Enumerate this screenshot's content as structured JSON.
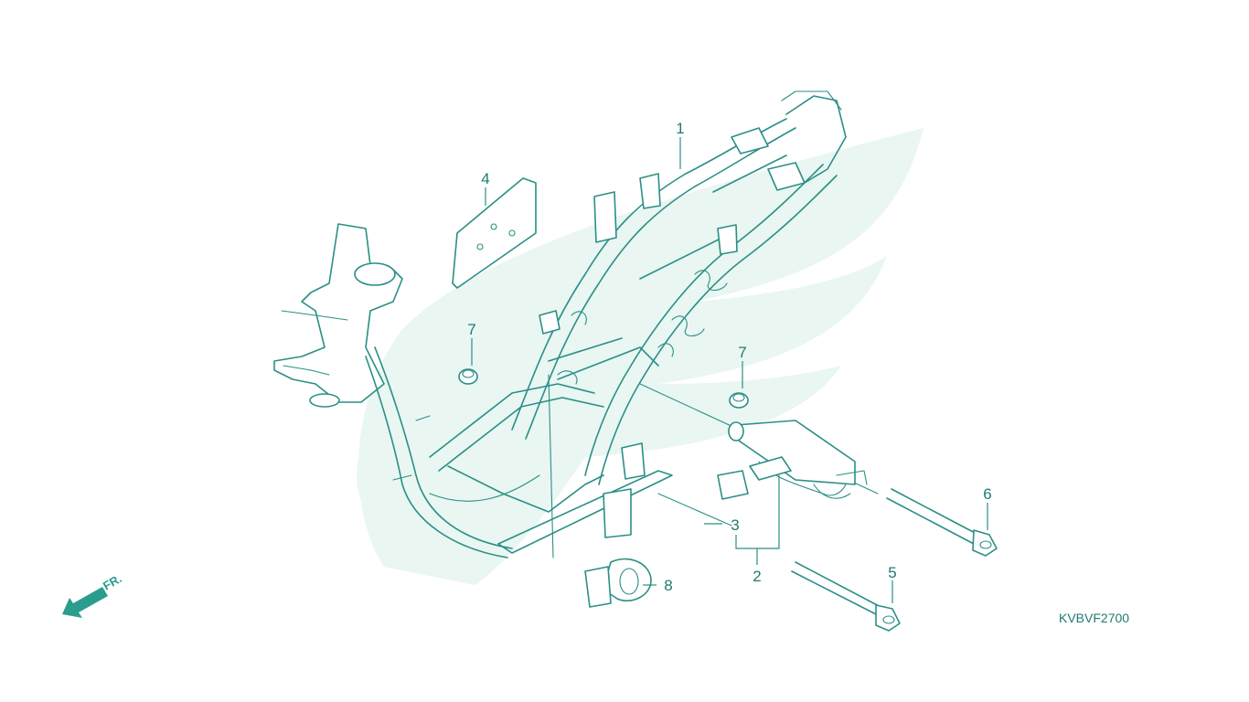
{
  "diagram_code": "KVBVF2700",
  "direction_label": "FR.",
  "callouts": {
    "c1": "1",
    "c2": "2",
    "c3": "3",
    "c4": "4",
    "c5": "5",
    "c6": "6",
    "c7a": "7",
    "c7b": "7",
    "c8": "8"
  },
  "colors": {
    "line": "#2a8f86",
    "watermark": "#e9f6f2"
  }
}
